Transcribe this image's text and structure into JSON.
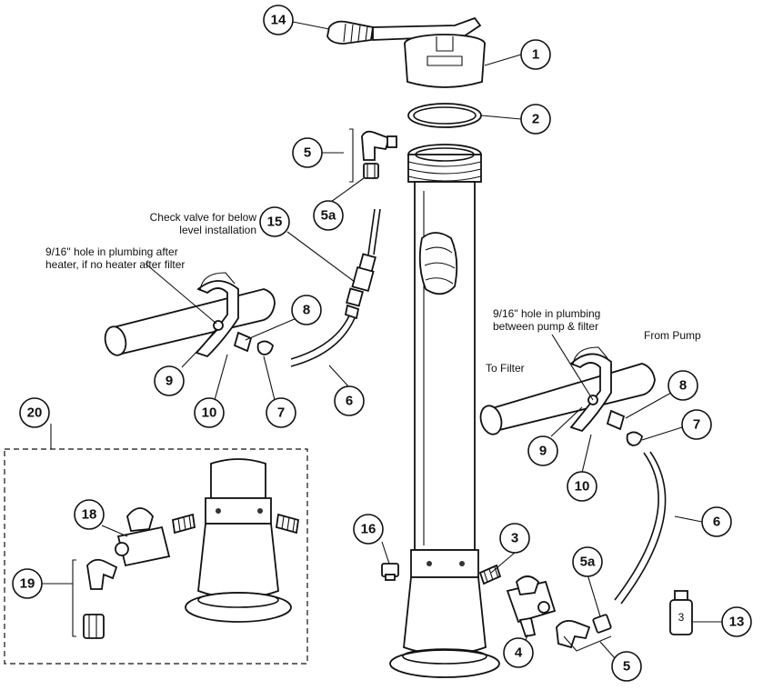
{
  "callouts": {
    "c1": "1",
    "c2": "2",
    "c3": "3",
    "c4": "4",
    "c5_upper": "5",
    "c5a_upper": "5a",
    "c5_lower": "5",
    "c5a_lower": "5a",
    "c6_left": "6",
    "c6_right": "6",
    "c7_left": "7",
    "c7_right": "7",
    "c8_left": "8",
    "c8_right": "8",
    "c9_left": "9",
    "c9_right": "9",
    "c10_left": "10",
    "c10_right": "10",
    "c13": "13",
    "c14": "14",
    "c15": "15",
    "c16": "16",
    "c18": "18",
    "c19": "19",
    "c20": "20"
  },
  "notes": {
    "check_valve_line1": "Check valve for below",
    "check_valve_line2": "level installation",
    "left_hole_line1": "9/16\" hole in plumbing after",
    "left_hole_line2": "heater, if no heater after filter",
    "right_hole_line1": "9/16\" hole in plumbing",
    "right_hole_line2": "between pump & filter",
    "from_pump": "From Pump",
    "to_filter": "To Filter"
  },
  "bottle_label": "3"
}
